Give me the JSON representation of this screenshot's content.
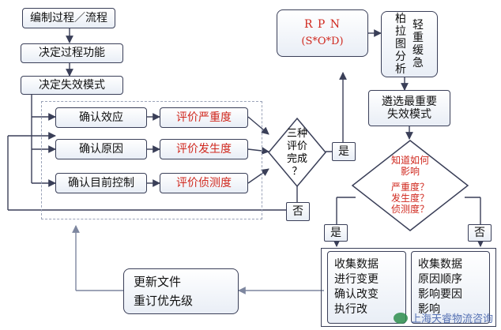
{
  "steps": {
    "s1": "编制过程／流程",
    "s2": "决定过程功能",
    "s3": "决定失效模式"
  },
  "confirm": [
    "确认效应",
    "确认原因",
    "确认目前控制"
  ],
  "evaluate": [
    "评价严重度",
    "评价发生度",
    "评价侦测度"
  ],
  "decision1": {
    "lines": [
      "三种",
      "评价",
      "完成",
      "？"
    ]
  },
  "yes_label": "是",
  "no_label": "否",
  "rpn": {
    "title": "R P N",
    "formula": "(S*O*D)"
  },
  "pareto": [
    "柏",
    "拉",
    "图",
    "分",
    "析"
  ],
  "priority": [
    "轻",
    "重",
    "缓",
    "急"
  ],
  "select": {
    "line1": "遴选最重要",
    "line2": "失效模式"
  },
  "decision2": {
    "q1": "知道如何",
    "q2": "影响",
    "items": [
      "严重度？",
      "发生度？",
      "侦测度？"
    ]
  },
  "collect_left": [
    "收集数据",
    "进行变更",
    "确认改变",
    "执行改"
  ],
  "collect_right": [
    "收集数据",
    "原因顺序",
    "影响要因",
    "影响"
  ],
  "update": {
    "line1": "更新文件",
    "line2": "重订优先级"
  },
  "watermark": "上海天睿物流咨询",
  "colors": {
    "line": "#3a3f58",
    "dashed": "#9aa2b8",
    "red": "#d0281e"
  }
}
